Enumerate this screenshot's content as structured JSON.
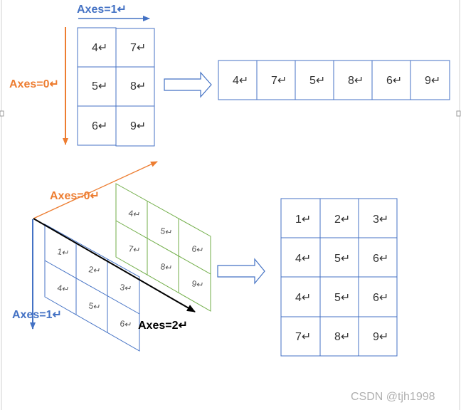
{
  "colors": {
    "blue": "#4472C4",
    "orange": "#ED7D31",
    "green": "#70AD47",
    "black": "#000000"
  },
  "top_section": {
    "axis1_label": "Axes=1↵",
    "axis0_label": "Axes=0↵",
    "grid_col1": [
      "4↵",
      "5↵",
      "6↵"
    ],
    "grid_col2": [
      "7↵",
      "8↵",
      "9↵"
    ],
    "result_row": [
      "4↵",
      "7↵",
      "5↵",
      "8↵",
      "6↵",
      "9↵"
    ]
  },
  "bottom_section": {
    "axis0_label": "Axes=0↵",
    "axis1_label": "Axes=1↵",
    "axis2_label": "Axes=2↵",
    "back_layer": [
      "4↵",
      "5↵",
      "6↵",
      "7↵",
      "8↵",
      "9↵"
    ],
    "front_layer": [
      "1↵",
      "2↵",
      "3↵",
      "4↵",
      "5↵",
      "6↵"
    ],
    "result_grid": [
      [
        "1↵",
        "2↵",
        "3↵"
      ],
      [
        "4↵",
        "5↵",
        "6↵"
      ],
      [
        "4↵",
        "5↵",
        "6↵"
      ],
      [
        "7↵",
        "8↵",
        "9↵"
      ]
    ]
  },
  "watermark": "CSDN @tjh1998"
}
